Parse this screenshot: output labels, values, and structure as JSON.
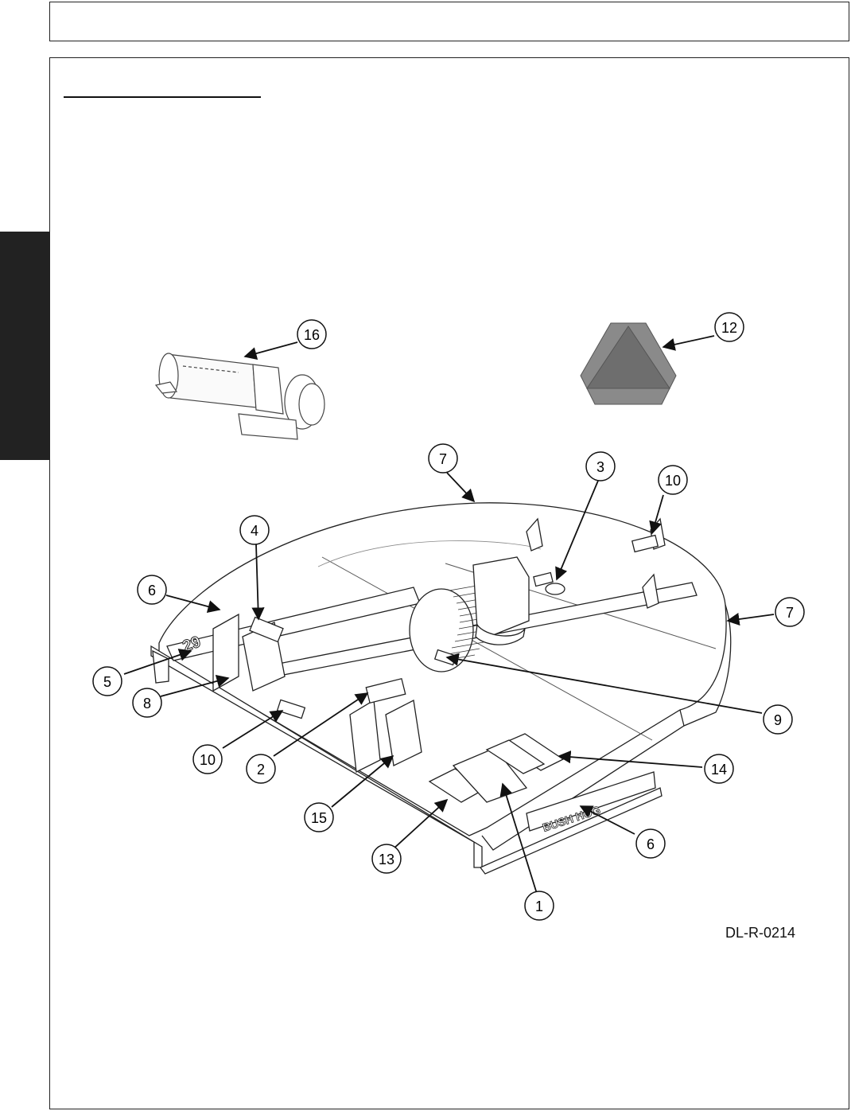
{
  "figure": {
    "id_label": "DL-R-0214",
    "brand_mark": "BUSH HOG",
    "model_mark": "29"
  },
  "callouts": [
    {
      "n": "16"
    },
    {
      "n": "12"
    },
    {
      "n": "7"
    },
    {
      "n": "3"
    },
    {
      "n": "10"
    },
    {
      "n": "4"
    },
    {
      "n": "6"
    },
    {
      "n": "7"
    },
    {
      "n": "5"
    },
    {
      "n": "8"
    },
    {
      "n": "9"
    },
    {
      "n": "10"
    },
    {
      "n": "2"
    },
    {
      "n": "14"
    },
    {
      "n": "15"
    },
    {
      "n": "6"
    },
    {
      "n": "13"
    },
    {
      "n": "1"
    }
  ],
  "colors": {
    "ink": "#111111",
    "sign_fill": "#8a8a8a",
    "sign_dark": "#6e6e6e",
    "side_tab": "#222222"
  }
}
